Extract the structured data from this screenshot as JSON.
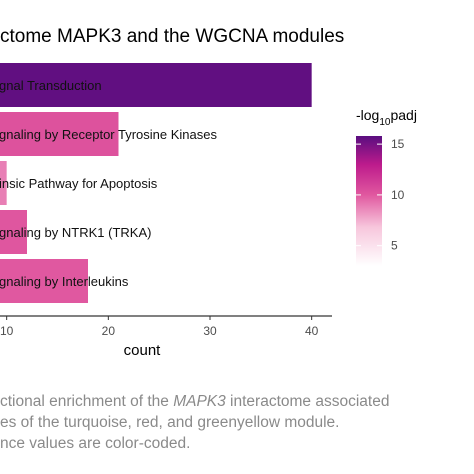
{
  "chart_data": {
    "type": "bar",
    "orientation": "horizontal",
    "title": "ctome MAPK3 and the WGCNA modules",
    "xlabel": "count",
    "ylabel": "",
    "xlim": [
      0,
      42
    ],
    "xticks": [
      10,
      20,
      30,
      40
    ],
    "categories": [
      "gnal Transduction",
      "gnaling by Receptor Tyrosine Kinases",
      "insic Pathway for Apoptosis",
      "gnaling by NTRK1 (TRKA)",
      "gnaling by Interleukins"
    ],
    "values": [
      40,
      21,
      10,
      12,
      18
    ],
    "color_values": [
      15.6,
      10.3,
      8.9,
      10.1,
      10.0
    ],
    "legend": {
      "title_main": "-log",
      "title_sub": "10",
      "title_suffix": "padj",
      "ticks": [
        5,
        10,
        15
      ],
      "range": [
        3,
        15.8
      ],
      "position": "right"
    },
    "colors": {
      "low": "#ffffff",
      "mid_low": "#f7c6dc",
      "mid": "#e0579f",
      "mid_high": "#bd1b8c",
      "high": "#5a0e80"
    },
    "grid": false
  },
  "caption": {
    "line1_pre": "ctional enrichment of the ",
    "line1_em": "MAPK3",
    "line1_post": " interactome associated",
    "line2": "es of the turquoise, red, and greenyellow module.",
    "line3": "nce values are color-coded."
  }
}
